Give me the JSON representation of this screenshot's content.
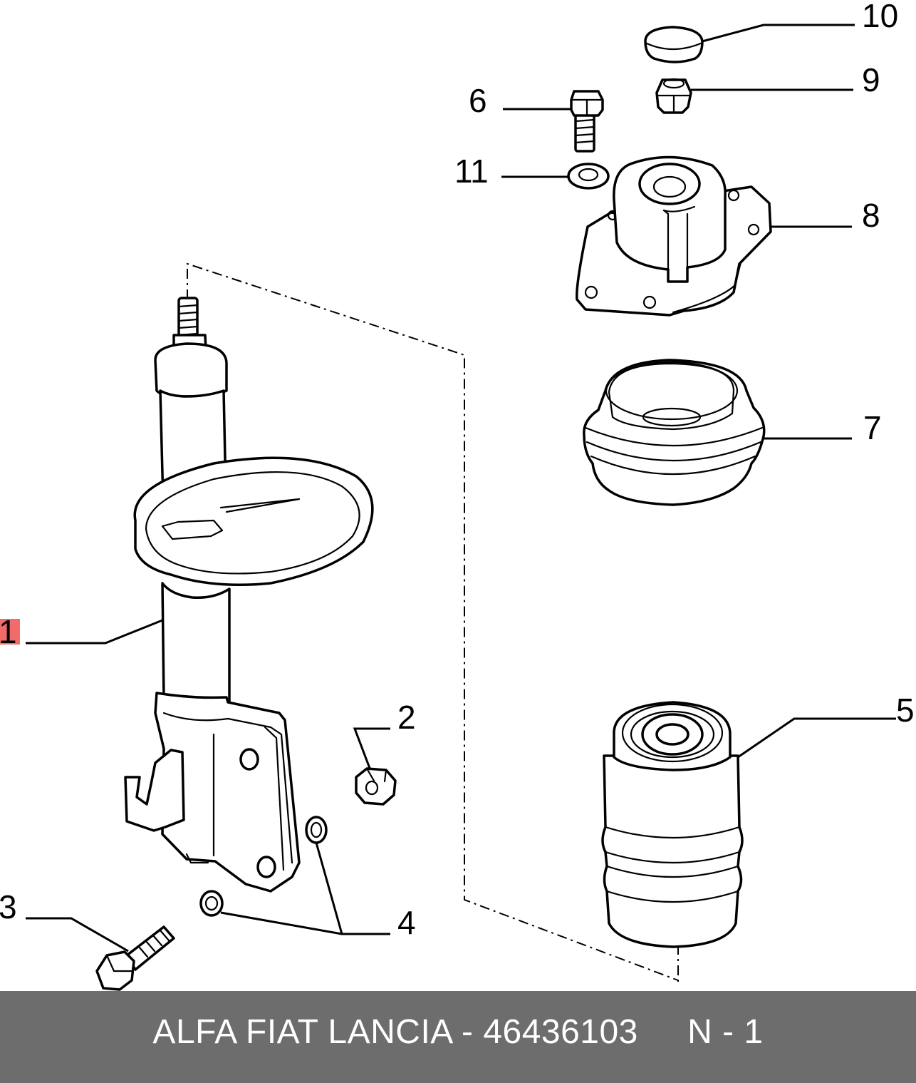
{
  "callouts": {
    "c1": "1",
    "c2": "2",
    "c3": "3",
    "c4": "4",
    "c5": "5",
    "c6": "6",
    "c7": "7",
    "c8": "8",
    "c9": "9",
    "c10": "10",
    "c11": "11"
  },
  "highlight_color": "#f26b6b",
  "footer": {
    "brand": "ALFA FIAT LANCIA",
    "separator": " - ",
    "part_number": "46436103",
    "gap": "     ",
    "sheet": "N - 1"
  },
  "colors": {
    "footer_bg": "#6d6d6d",
    "footer_text": "#ffffff"
  }
}
